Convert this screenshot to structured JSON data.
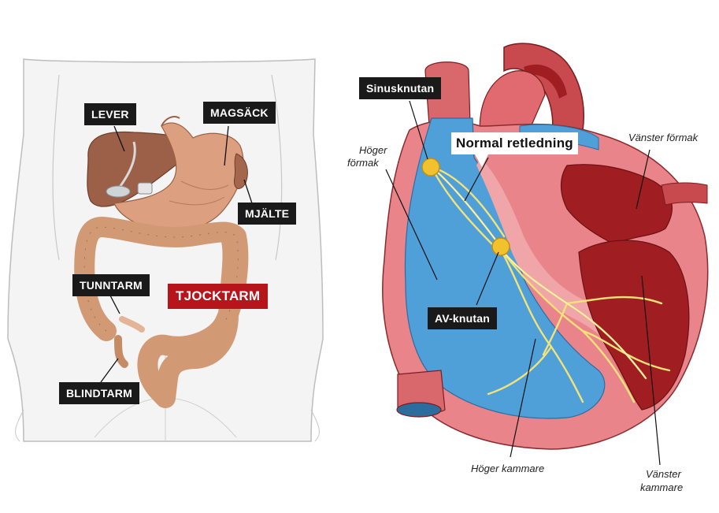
{
  "abdomen": {
    "labels": {
      "lever": "LEVER",
      "magsack": "MAGSÄCK",
      "mjalte": "MJÄLTE",
      "tunntarm": "TUNNTARM",
      "tjocktarm": "TJOCKTARM",
      "blindtarm": "BLINDTARM"
    }
  },
  "heart": {
    "labels": {
      "sinusknutan": "Sinusknutan",
      "normal_retledning": "Normal retledning",
      "av_knutan": "AV-knutan",
      "hoger_formak_1": "Höger",
      "hoger_formak_2": "förmak",
      "vanster_formak": "Vänster förmak",
      "hoger_kammare": "Höger kammare",
      "vanster_kammare_1": "Vänster",
      "vanster_kammare_2": "kammare"
    }
  },
  "colors": {
    "label_bg": "#1a1a1a",
    "accent_red": "#b5151b",
    "heart_blue": "#4f9fd9",
    "heart_red": "#a01e22",
    "muscle_pink": "#e9858a",
    "conduction_yellow": "#f2e27a",
    "organ_brown": "#a4674d",
    "intestine_tan": "#d19a75"
  }
}
